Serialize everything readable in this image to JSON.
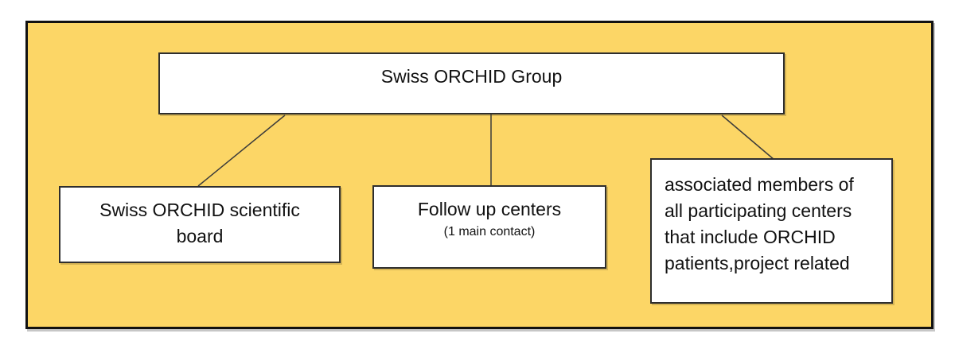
{
  "diagram": {
    "colors": {
      "canvas": "#ffffff",
      "background": "#FCD666",
      "frame_border": "#111111",
      "node_fill": "#ffffff",
      "node_border": "#2e2e2e",
      "connector": "#3b3b3b",
      "text": "#111111"
    },
    "root": {
      "label": "Swiss ORCHID Group"
    },
    "children": [
      {
        "id": "scientific-board",
        "lines": [
          "Swiss ORCHID scientific",
          "board"
        ]
      },
      {
        "id": "follow-up-centers",
        "label": "Follow up centers",
        "note": "(1 main contact)"
      },
      {
        "id": "associated-members",
        "lines": [
          "associated members of",
          "all participating centers",
          "that include ORCHID",
          "patients,project related"
        ]
      }
    ]
  }
}
